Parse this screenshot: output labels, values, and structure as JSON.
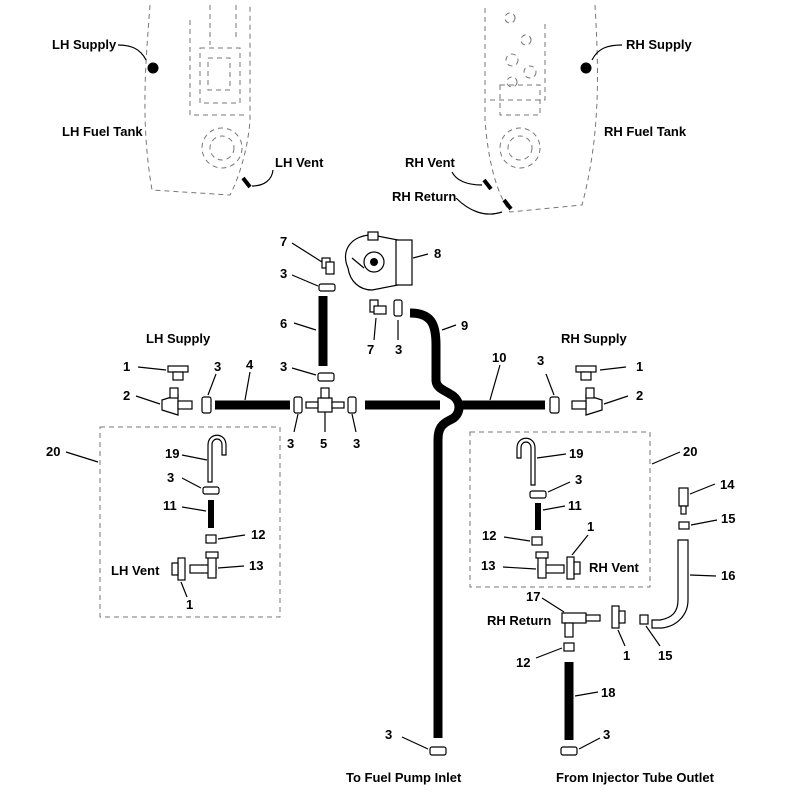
{
  "labels": {
    "lh_supply_top": "LH Supply",
    "rh_supply_top": "RH Supply",
    "lh_fuel_tank": "LH Fuel Tank",
    "rh_fuel_tank": "RH Fuel Tank",
    "lh_vent_top": "LH Vent",
    "rh_vent_top": "RH Vent",
    "rh_return_top": "RH Return",
    "lh_supply_mid": "LH Supply",
    "rh_supply_mid": "RH Supply",
    "lh_vent_box": "LH Vent",
    "rh_vent_box": "RH Vent",
    "rh_return_low": "RH Return",
    "to_fuel_pump": "To Fuel Pump Inlet",
    "from_injector": "From Injector Tube Outlet"
  },
  "callouts": {
    "c7a": "7",
    "c3a": "3",
    "c8": "8",
    "c6": "6",
    "c9": "9",
    "c7b": "7",
    "c3b": "3",
    "c3c": "3",
    "c10": "10",
    "c1a": "1",
    "c2a": "2",
    "c3d": "3",
    "c4": "4",
    "c3e": "3",
    "c5": "5",
    "c3f": "3",
    "c3g": "3",
    "c1b": "1",
    "c2b": "2",
    "c20a": "20",
    "c19a": "19",
    "c3h": "3",
    "c11a": "11",
    "c12a": "12",
    "c13a": "13",
    "c1c": "1",
    "c20b": "20",
    "c19b": "19",
    "c3i": "3",
    "c11b": "11",
    "c12b": "12",
    "c1d": "1",
    "c13b": "13",
    "c14": "14",
    "c15a": "15",
    "c16": "16",
    "c17": "17",
    "c1e": "1",
    "c15b": "15",
    "c12c": "12",
    "c18": "18",
    "c3j": "3",
    "c3k": "3"
  }
}
